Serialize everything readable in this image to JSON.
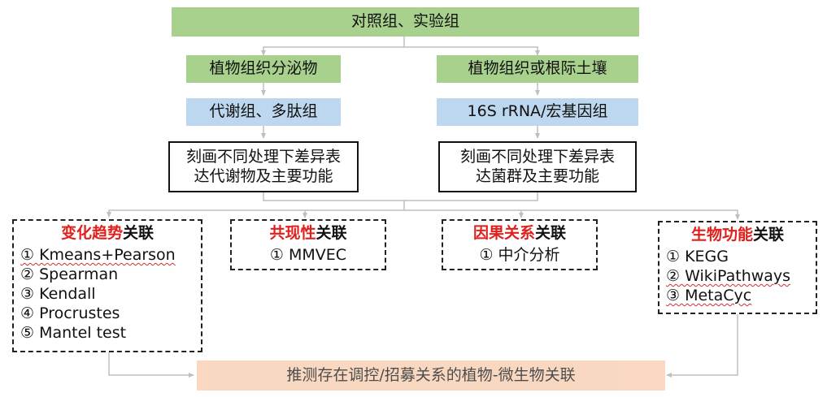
{
  "top": {
    "label": "对照组、实验组"
  },
  "left_col": {
    "sample": "植物组织分泌物",
    "omics": "代谢组、多肽组",
    "desc_line1": "刻画不同处理下差异表",
    "desc_line2": "达代谢物及主要功能"
  },
  "right_col": {
    "sample": "植物组织或根际土壤",
    "omics": "16S rRNA/宏基因组",
    "desc_line1": "刻画不同处理下差异表",
    "desc_line2": "达菌群及主要功能"
  },
  "panels": [
    {
      "title_red": "变化趋势",
      "title_rest": "关联",
      "items": [
        "① Kmeans+Pearson",
        "② Spearman",
        "③ Kendall",
        "④ Procrustes",
        "⑤ Mantel test"
      ]
    },
    {
      "title_red": "共现性",
      "title_rest": "关联",
      "items": [
        "① MMVEC"
      ]
    },
    {
      "title_red": "因果关系",
      "title_rest": "关联",
      "items": [
        "① 中介分析"
      ]
    },
    {
      "title_red": "生物功能",
      "title_rest": "关联",
      "items": [
        "① KEGG",
        "② WikiPathways",
        "③ MetaCyc"
      ]
    }
  ],
  "bottom": {
    "label": "推测存在调控/招募关系的植物-微生物关联"
  },
  "colors": {
    "green": "#a9d18e",
    "blue": "#bdd7ee",
    "peach": "#f8cbad",
    "red": "#e0201c",
    "connector": "#bfbfbf"
  }
}
